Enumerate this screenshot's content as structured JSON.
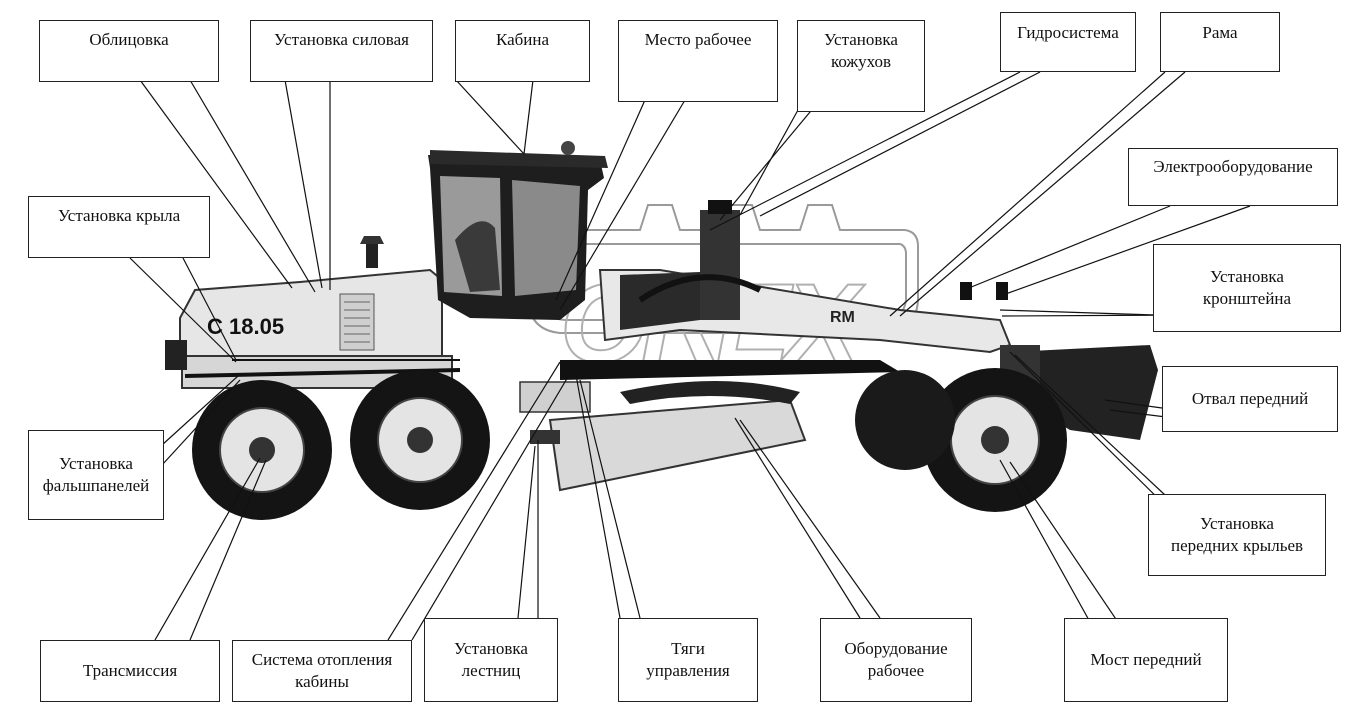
{
  "title": "",
  "watermark_text": "OREX",
  "model_label": "C 18.05",
  "frame_label": "RM",
  "callouts": {
    "oblitsovka": "Облицовка",
    "ustanovka_silovaya": "Установка силовая",
    "kabina": "Кабина",
    "mesto_rabochee": "Место рабочее",
    "ustanovka_kozhukhov": [
      "Установка",
      "кожухов"
    ],
    "gidrosistema": "Гидросистема",
    "rama": "Рама",
    "elektrooborudovanie": "Электрооборудование",
    "ustanovka_kryla": "Установка крыла",
    "ustanovka_kronshteyna": [
      "Установка",
      "кронштейна"
    ],
    "otval_peredniy": "Отвал передний",
    "ustanovka_falshpaneley": [
      "Установка",
      "фальшпанелей"
    ],
    "ustanovka_perednikh_krylyev": [
      "Установка",
      "передних крыльев"
    ],
    "transmissiya": "Трансмиссия",
    "sistema_otopleniya": [
      "Система отопления",
      "кабины"
    ],
    "ustanovka_lestnits": [
      "Установка",
      "лестниц"
    ],
    "tyagi_upravleniya": [
      "Тяги",
      "управления"
    ],
    "oborudovanie_rabochee": [
      "Оборудование",
      "рабочее"
    ],
    "most_peredniy": "Мост передний"
  },
  "colors": {
    "ink": "#111111",
    "body_light": "#e4e4e4",
    "body_dark": "#1c1c1c",
    "tyre": "#141414",
    "watermark": "#9a9a9a"
  }
}
